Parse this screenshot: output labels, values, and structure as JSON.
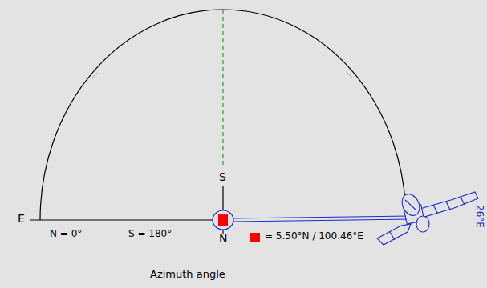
{
  "diagram": {
    "caption": "Azimuth angle",
    "labels": [
      "E",
      "N = 0°",
      "S = 180°",
      "S",
      "N",
      "26°E"
    ],
    "legend": [
      {
        "text": "= 5.50°N / 100.46°E",
        "color": "#ff0000"
      }
    ]
  }
}
